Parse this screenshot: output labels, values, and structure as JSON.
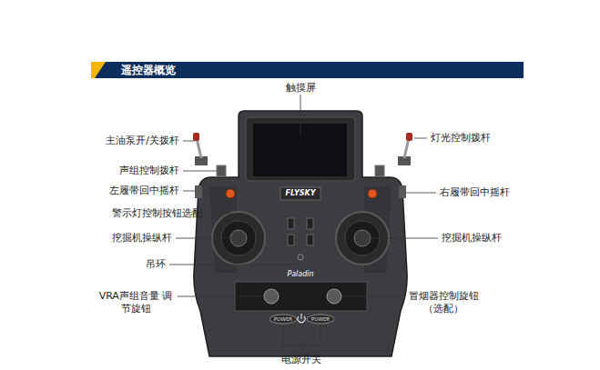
{
  "diagram": {
    "title": "遥控器概览",
    "labels": [
      "触摸屏",
      "主油泵开/关拨杆",
      "灯光控制拨杆",
      "声组控制拨杆",
      "左履带回中摇杆",
      "右履带回中摇杆",
      "警示灯控制按钮选配",
      "挖掘机操纵杆",
      "挖掘机操纵杆",
      "吊环",
      "VRA声组音量 调节旋钮",
      "冒烟器控制旋钮 （选配）",
      "电源开关",
      "Paladin",
      "POWER",
      "POWER",
      "FLYSKY"
    ]
  }
}
